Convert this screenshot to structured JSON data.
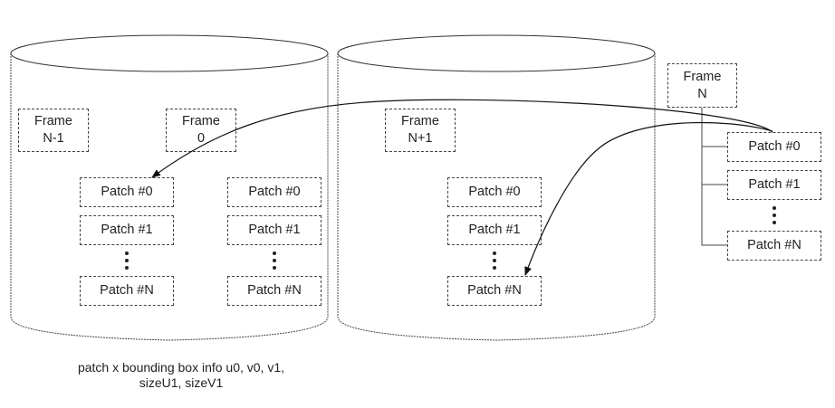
{
  "diagram": {
    "storage_left": {
      "frames": [
        {
          "label_line1": "Frame",
          "label_line2": "N-1"
        },
        {
          "label_line1": "Frame",
          "label_line2": "0"
        }
      ],
      "patch_columns": [
        {
          "patches": [
            "Patch #0",
            "Patch #1",
            "Patch #N"
          ]
        },
        {
          "patches": [
            "Patch #0",
            "Patch #1",
            "Patch #N"
          ]
        }
      ]
    },
    "storage_right": {
      "frames": [
        {
          "label_line1": "Frame",
          "label_line2": "N+1"
        }
      ],
      "patch_columns": [
        {
          "patches": [
            "Patch #0",
            "Patch #1",
            "Patch #N"
          ]
        }
      ]
    },
    "current_frame": {
      "label_line1": "Frame",
      "label_line2": "N",
      "patches": [
        "Patch #0",
        "Patch #1",
        "Patch #N"
      ]
    },
    "arrows": [
      {
        "from": "current_frame Patch #0",
        "to": "Frame N-1 column Patch #0"
      },
      {
        "from": "current_frame Patch #0",
        "to": "Frame N+1 column Patch #N"
      }
    ],
    "caption_line1": "patch x bounding box info u0, v0, v1,",
    "caption_line2": "sizeU1, sizeV1"
  }
}
